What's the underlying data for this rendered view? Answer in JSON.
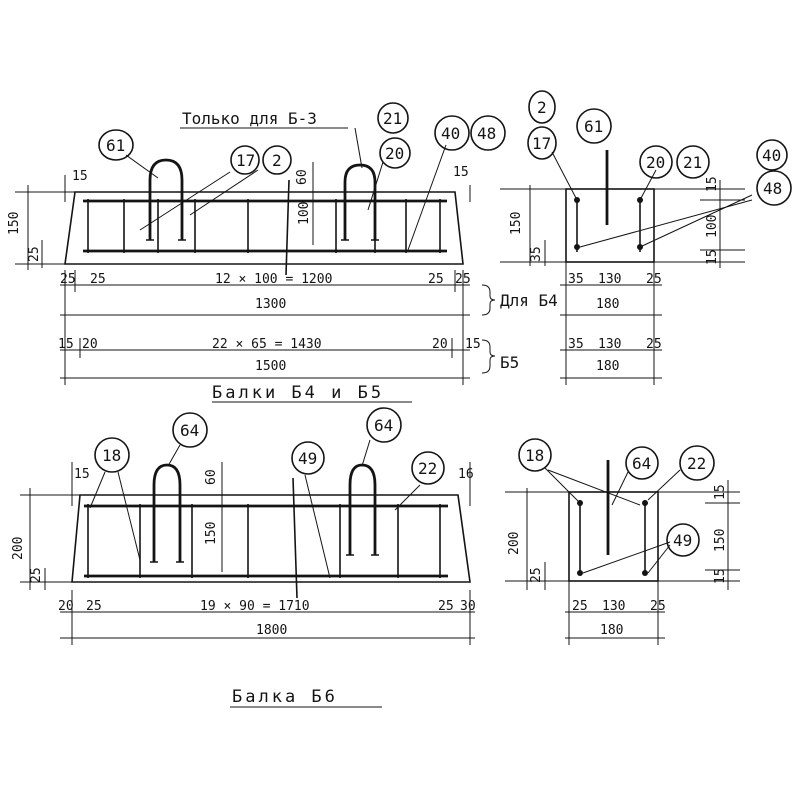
{
  "top": {
    "note": "Только для Б-3",
    "title": "Балки Б4 и Б5",
    "tags": {
      "t61": "61",
      "t17": "17",
      "t2": "2",
      "t21": "21",
      "t20": "20",
      "t40": "40",
      "t48": "48"
    },
    "dims": {
      "d15a": "15",
      "d15b": "15",
      "d150": "150",
      "d25": "25",
      "d60": "60",
      "d100": "100",
      "d25l": "25",
      "d25l2": "25",
      "d1200": "12 × 100 = 1200",
      "d25r": "25",
      "d25r2": "25",
      "d1300": "1300",
      "d15l": "15",
      "d20l": "20",
      "d1430": "22 × 65 = 1430",
      "d20r": "20",
      "d15r": "15",
      "d1500": "1500"
    },
    "for_b4": "Для Б4",
    "for_b5": "Б5"
  },
  "topSection": {
    "tags": {
      "s2": "2",
      "s17": "17",
      "s61": "61",
      "s20": "20",
      "s21": "21",
      "s40": "40",
      "s48": "48"
    },
    "dims": {
      "h150": "150",
      "h35": "35",
      "r15a": "15",
      "r100": "100",
      "r15b": "15",
      "b35": "35",
      "b130": "130",
      "b25": "25",
      "b180": "180",
      "c35": "35",
      "c130": "130",
      "c25": "25",
      "c180": "180"
    }
  },
  "bottom": {
    "title": "Балка Б6",
    "tags": {
      "t18": "18",
      "t64a": "64",
      "t49": "49",
      "t64b": "64",
      "t22": "22"
    },
    "dims": {
      "d15a": "15",
      "d200": "200",
      "d25": "25",
      "d60": "60",
      "d150": "150",
      "d16": "16",
      "d20": "20",
      "d25l": "25",
      "d1710": "19 × 90 = 1710",
      "d25r": "25",
      "d30": "30",
      "d1800": "1800"
    }
  },
  "bottomSection": {
    "tags": {
      "s18": "18",
      "s64": "64",
      "s22": "22",
      "s49": "49"
    },
    "dims": {
      "h200": "200",
      "h25": "25",
      "r15": "15",
      "r150": "150",
      "r15b": "15",
      "b25": "25",
      "b130": "130",
      "b25r": "25",
      "b180": "180"
    }
  }
}
